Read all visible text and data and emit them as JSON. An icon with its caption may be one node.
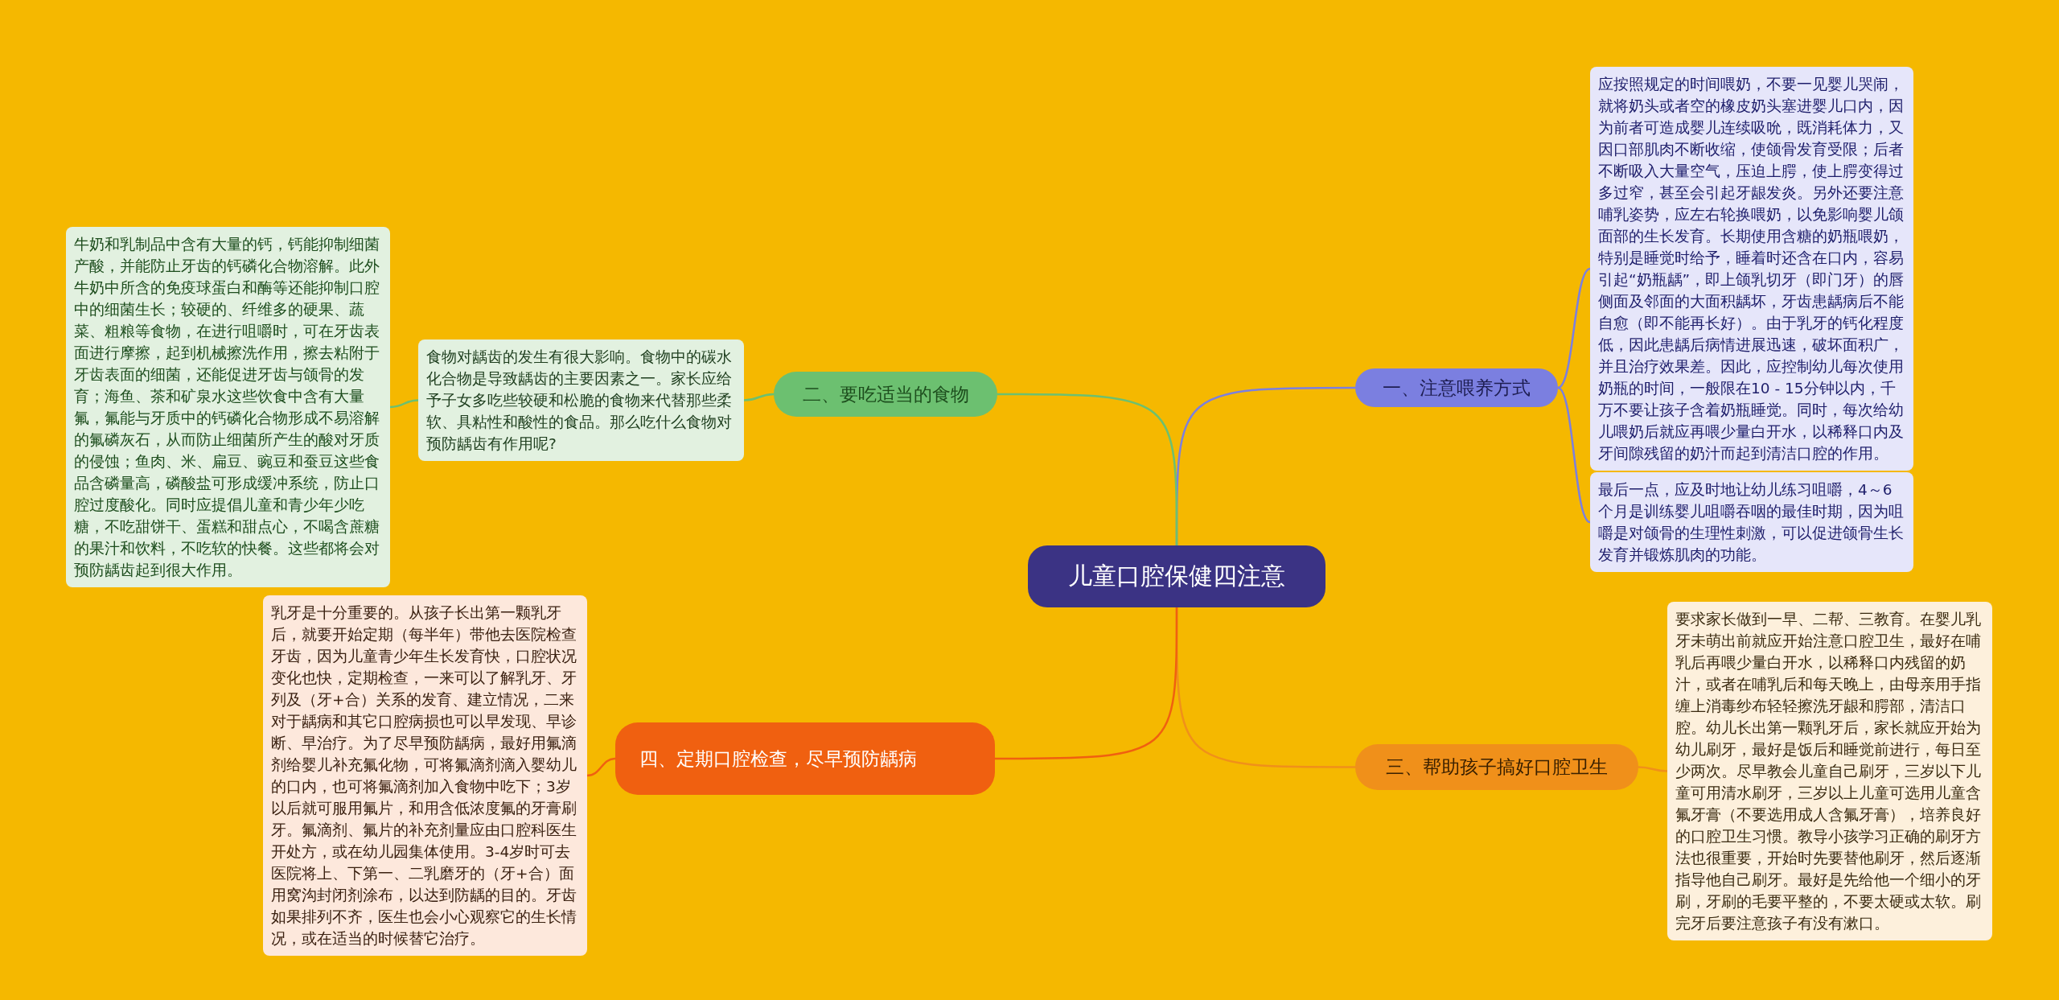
{
  "diagram": {
    "nodes": [
      {
        "text": [
          "儿童口腔保健四注意"
        ]
      },
      {
        "text": [
          "一、注意喂养方式"
        ]
      },
      {
        "text": [
          "应按照规定的时间喂奶，不要一见婴儿哭闹，就将奶头或者空的橡皮奶头塞进婴儿口内，因为前者可造成婴儿连续吸吮，既消耗体力，又因口部肌肉不断收缩，使颌骨发育受限；后者不断吸入大量空气，压迫上腭，使上腭变得过多过窄，甚至会引起牙龈发炎。另外还要注意哺乳姿势，应左右轮换喂奶，以免影响婴儿颌面部的生长发育。长期使用含糖的奶瓶喂奶，特别是睡觉时给予，睡着时还含在口内，容易引起“奶瓶龋”，即上颌乳切牙（即门牙）的唇侧面及邻面的大面积龋坏，牙齿患龋病后不能自愈（即不能再长好）。由于乳牙的钙化程度低，因此患龋后病情进展迅速，破坏面积广，并且治疗效果差。因此，应控制幼儿每次使用奶瓶的时间，一般限在10 - 15分钟以内，千万不要让孩子含着奶瓶睡觉。同时，每次给幼儿喂奶后就应再喂少量白开水，以稀释口内及牙间隙残留的奶汁而起到清洁口腔的作用。"
        ]
      },
      {
        "text": [
          "最后一点，应及时地让幼儿练习咀嚼，4～6个月是训练婴儿咀嚼吞咽的最佳时期，因为咀嚼是对颌骨的生理性刺激，可以促进颌骨生长发育并锻炼肌肉的功能。"
        ]
      },
      {
        "text": [
          "二、要吃适当的食物"
        ]
      },
      {
        "text": [
          "食物对龋齿的发生有很大影响。食物中的碳水化合物是导致龋齿的主要因素之一。家长应给予子女多吃些较硬和松脆的食物来代替那些柔软、具粘性和酸性的食品。那么吃什么食物对预防龋齿有作用呢?"
        ]
      },
      {
        "text": [
          "牛奶和乳制品中含有大量的钙，钙能抑制细菌产酸，并能防止牙齿的钙磷化合物溶解。此外牛奶中所含的免疫球蛋白和酶等还能抑制口腔中的细菌生长；较硬的、纤维多的硬果、蔬菜、粗粮等食物，在进行咀嚼时，可在牙齿表面进行摩擦，起到机械擦洗作用，擦去粘附于牙齿表面的细菌，还能促进牙齿与颌骨的发育；海鱼、茶和矿泉水这些饮食中含有大量氟，氟能与牙质中的钙磷化合物形成不易溶解的氟磷灰石，从而防止细菌所产生的酸对牙质的侵蚀；鱼肉、米、扁豆、豌豆和蚕豆这些食品含磷量高，磷酸盐可形成缓冲系统，防止口腔过度酸化。同时应提倡儿童和青少年少吃糖，不吃甜饼干、蛋糕和甜点心，不喝含蔗糖的果汁和饮料，不吃软的快餐。这些都将会对预防龋齿起到很大作用。"
        ]
      },
      {
        "text": [
          "三、帮助孩子搞好口腔卫生"
        ]
      },
      {
        "text": [
          "要求家长做到一早、二帮、三教育。在婴儿乳牙未萌出前就应开始注意口腔卫生，最好在哺乳后再喂少量白开水，以稀释口内残留的奶汁，或者在哺乳后和每天晚上，由母亲用手指缠上消毒纱布轻轻擦洗牙龈和腭部，清洁口腔。幼儿长出第一颗乳牙后，家长就应开始为幼儿刷牙，最好是饭后和睡觉前进行，每日至少两次。尽早教会儿童自己刷牙，三岁以下儿童可用清水刷牙，三岁以上儿童可选用儿童含氟牙膏（不要选用成人含氟牙膏），培养良好的口腔卫生习惯。教导小孩学习正确的刷牙方法也很重要，开始时先要替他刷牙，然后逐渐指导他自己刷牙。最好是先给他一个细小的牙刷，牙刷的毛要平整的，不要太硬或太软。刷完牙后要注意孩子有没有漱口。"
        ]
      },
      {
        "text": [
          "四、定期口腔检查，尽早预防龋病"
        ]
      },
      {
        "text": [
          "乳牙是十分重要的。从孩子长出第一颗乳牙后，就要开始定期（每半年）带他去医院检查牙齿，因为儿童青少年生长发育快，口腔状况变化也快，定期检查，一来可以了解乳牙、牙列及（牙+合）关系的发育、建立情况，二来对于龋病和其它口腔病损也可以早发现、早诊断、早治疗。为了尽早预防龋病，最好用氟滴剂给婴儿补充氟化物，可将氟滴剂滴入婴幼儿的口内，也可将氟滴剂加入食物中吃下；3岁以后就可服用氟片，和用含低浓度氟的牙膏刷牙。氟滴剂、氟片的补充剂量应由口腔科医生开处方，或在幼儿园集体使用。3-4岁时可去医院将上、下第一、二乳磨牙的（牙+合）面用窝沟封闭剂涂布，以达到防龋的目的。牙齿如果排列不齐，医生也会小心观察它的生长情况，或在适当的时候替它治疗。"
        ]
      }
    ],
    "edges": [
      {
        "from": 0,
        "to": 1,
        "arrow": "none",
        "color": "#7b7fe0"
      },
      {
        "from": 1,
        "to": 2,
        "arrow": "none",
        "color": "#7b7fe0"
      },
      {
        "from": 1,
        "to": 3,
        "arrow": "none",
        "color": "#7b7fe0"
      },
      {
        "from": 0,
        "to": 4,
        "arrow": "none",
        "color": "#6cc070"
      },
      {
        "from": 4,
        "to": 5,
        "arrow": "none",
        "color": "#6cc070"
      },
      {
        "from": 5,
        "to": 6,
        "arrow": "none",
        "color": "#6cc070"
      },
      {
        "from": 0,
        "to": 7,
        "arrow": "none",
        "color": "#f0901a"
      },
      {
        "from": 7,
        "to": 8,
        "arrow": "none",
        "color": "#f0901a"
      },
      {
        "from": 0,
        "to": 9,
        "arrow": "none",
        "color": "#f06010"
      },
      {
        "from": 9,
        "to": 10,
        "arrow": "none",
        "color": "#f06010"
      }
    ]
  }
}
